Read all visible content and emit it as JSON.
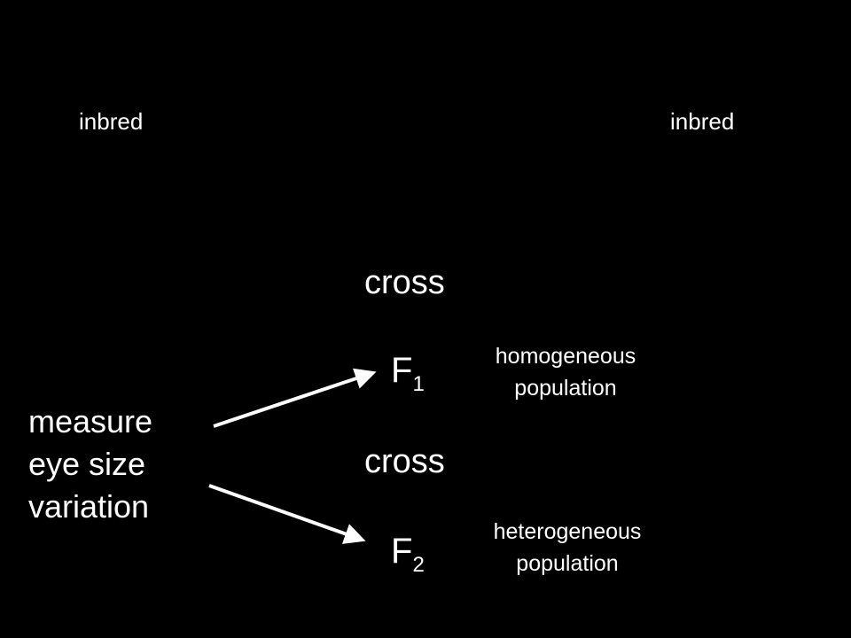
{
  "parents": {
    "left_label": "inbred",
    "right_label": "inbred"
  },
  "steps": {
    "cross_1": "cross",
    "f1_letter": "F",
    "f1_sub": "1",
    "f1_description": [
      "homogeneous",
      "population"
    ],
    "cross_2": "cross",
    "f2_letter": "F",
    "f2_sub": "2",
    "f2_description": [
      "heterogeneous",
      "population"
    ]
  },
  "measure": [
    "measure",
    "eye size",
    "variation"
  ],
  "colors": {
    "background": "#000000",
    "foreground": "#ffffff"
  }
}
